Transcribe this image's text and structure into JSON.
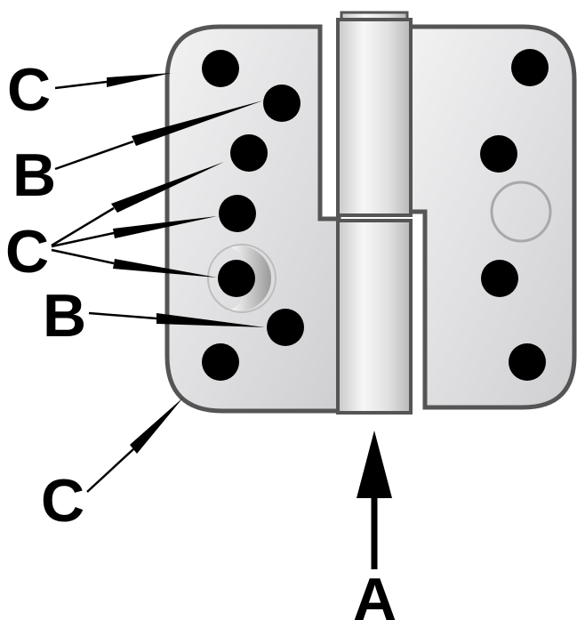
{
  "labels": {
    "pin": "A",
    "hole_b": "B",
    "hole_c": "C"
  },
  "colors": {
    "plate_fill": "#dadadd",
    "plate_stroke": "#555555",
    "hole": "#000000",
    "knuckle_light": "#f4f4f4",
    "knuckle_mid": "#cccccc",
    "arrow": "#000000"
  }
}
